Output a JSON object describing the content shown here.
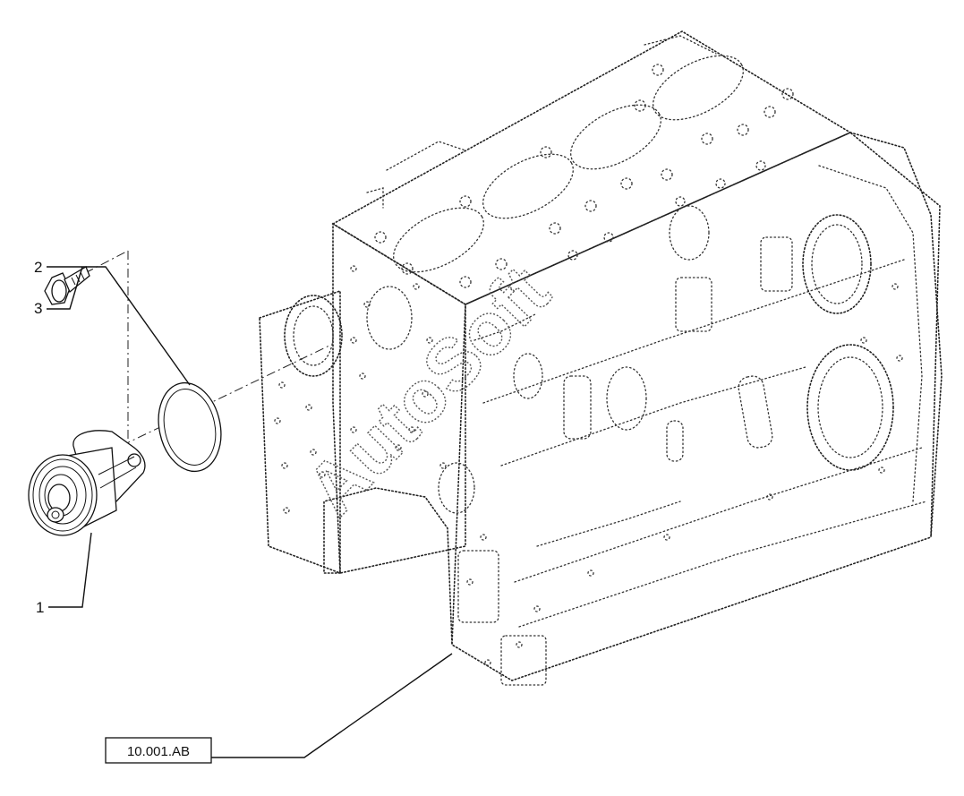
{
  "diagram": {
    "callouts": [
      {
        "id": "c1",
        "label": "1"
      },
      {
        "id": "c2",
        "label": "2"
      },
      {
        "id": "c3",
        "label": "3"
      }
    ],
    "reference_box": "10.001.AB",
    "watermark": "AutoSoft"
  }
}
